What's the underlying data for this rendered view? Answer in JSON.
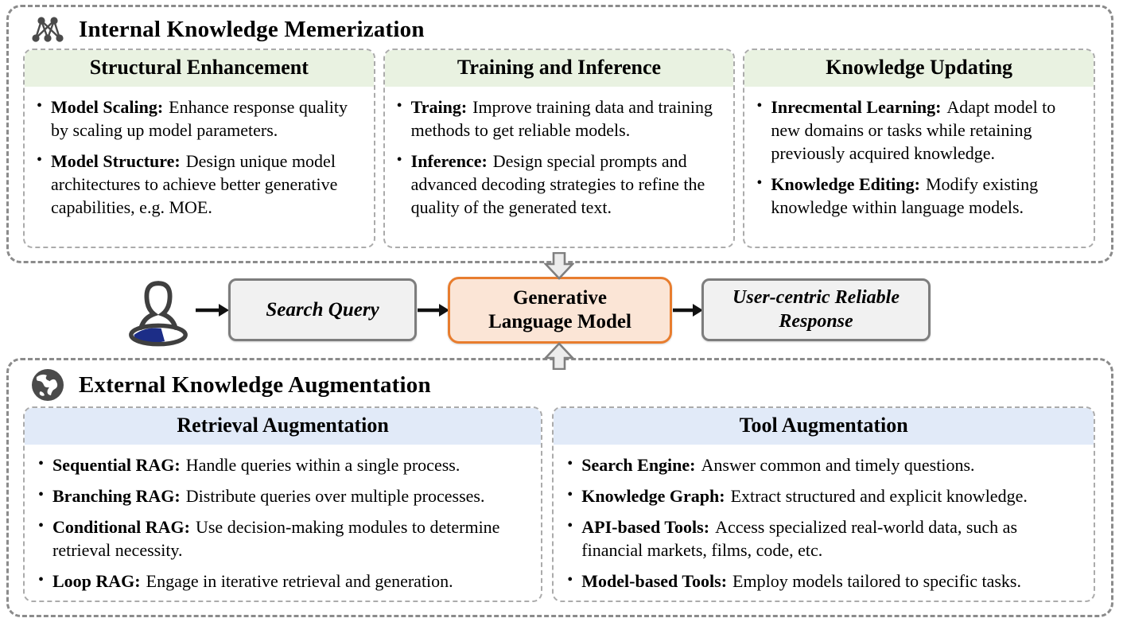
{
  "top_section": {
    "icon": "network-icon",
    "title": "Internal Knowledge Memerization",
    "boxes": [
      {
        "title": "Structural Enhancement",
        "items": [
          {
            "term": "Model Scaling:",
            "text": "Enhance response quality by scaling up model parameters."
          },
          {
            "term": "Model Structure:",
            "text": "Design unique model architectures to achieve better generative capabilities, e.g. MOE."
          }
        ]
      },
      {
        "title": "Training and Inference",
        "items": [
          {
            "term": "Traing:",
            "text": "Improve training data and training methods to get reliable models."
          },
          {
            "term": "Inference:",
            "text": "Design special prompts and advanced decoding strategies to refine the quality of the generated text."
          }
        ]
      },
      {
        "title": "Knowledge Updating",
        "items": [
          {
            "term": "Inrecmental Learning:",
            "text": "Adapt model to new domains or tasks while retaining previously acquired knowledge."
          },
          {
            "term": "Knowledge Editing:",
            "text": "Modify existing knowledge within language models."
          }
        ]
      }
    ]
  },
  "flow": {
    "user_icon": "user-icon",
    "search_query": "Search Query",
    "model_lines": [
      "Generative",
      "Language Model"
    ],
    "response_lines": [
      "User-centric Reliable",
      "Response"
    ]
  },
  "bottom_section": {
    "icon": "globe-icon",
    "title": "External Knowledge Augmentation",
    "boxes": [
      {
        "title": "Retrieval Augmentation",
        "items": [
          {
            "term": "Sequential RAG:",
            "text": "Handle queries within a single process."
          },
          {
            "term": "Branching RAG:",
            "text": "Distribute queries over multiple processes."
          },
          {
            "term": "Conditional RAG:",
            "text": "Use decision-making modules to determine retrieval necessity."
          },
          {
            "term": "Loop RAG:",
            "text": "Engage in iterative retrieval and generation."
          }
        ]
      },
      {
        "title": "Tool Augmentation",
        "items": [
          {
            "term": "Search Engine:",
            "text": "Answer common and timely questions."
          },
          {
            "term": "Knowledge Graph:",
            "text": "Extract structured and explicit knowledge."
          },
          {
            "term": "API-based Tools:",
            "text": "Access specialized real-world data, such as financial markets, films, code, etc."
          },
          {
            "term": "Model-based Tools:",
            "text": "Employ models tailored to specific tasks."
          }
        ]
      }
    ]
  },
  "colors": {
    "green_header": "#e9f2e1",
    "blue_header": "#e1eaf8",
    "orange_border": "#e87d2e",
    "orange_fill": "#fbe5d6",
    "gray_box_fill": "#f1f1f1",
    "gray_box_border": "#7d7d7d",
    "dashed_border": "#8b8b8b"
  }
}
